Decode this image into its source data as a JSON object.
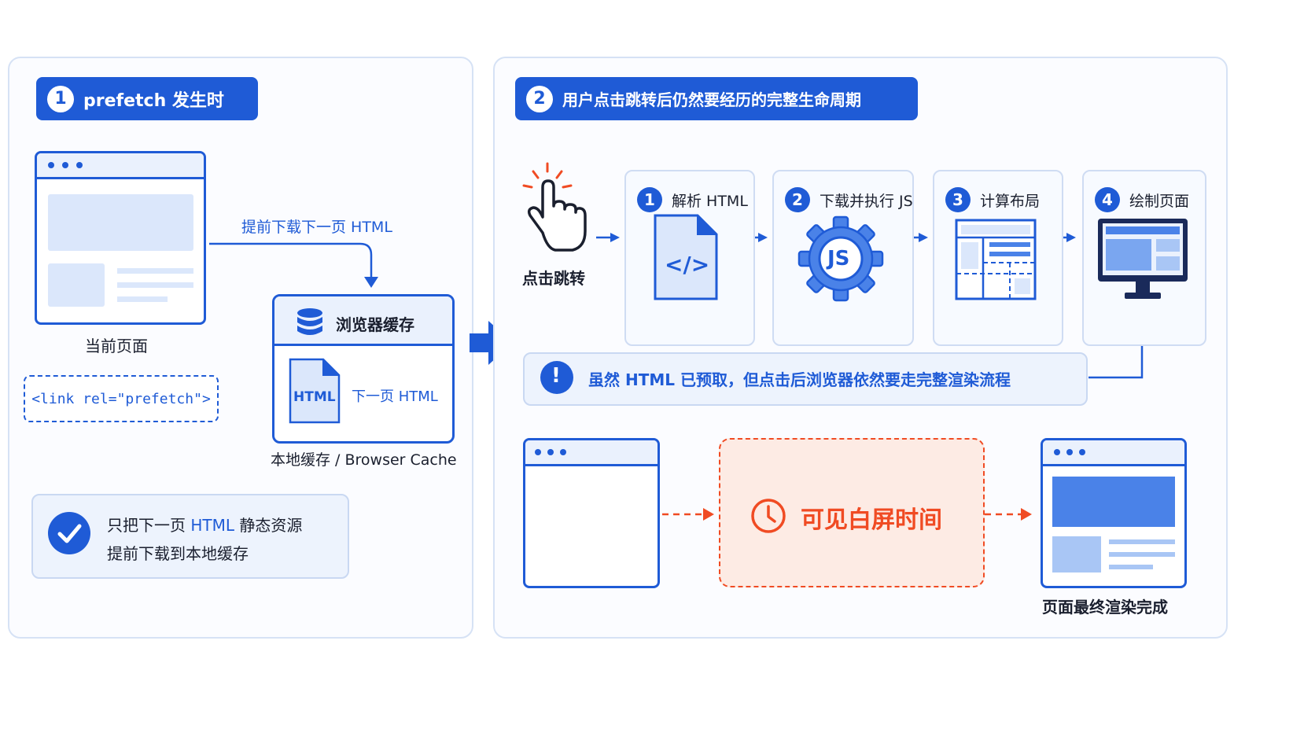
{
  "left": {
    "badge_num": "1",
    "title": "prefetch 发生时",
    "current_page_label": "当前页面",
    "arrow_label": "提前下载下一页 HTML",
    "link_tag": "<link rel=\"prefetch\">",
    "cache_title": "浏览器缓存",
    "file_badge": "HTML",
    "file_label": "下一页 HTML",
    "cache_caption": "本地缓存 / Browser Cache",
    "note_line1_a": "只把下一页 ",
    "note_line1_b": "HTML",
    "note_line1_c": " 静态资源",
    "note_line2": "提前下载到本地缓存"
  },
  "right": {
    "badge_num": "2",
    "title": "用户点击跳转后仍然要经历的完整生命周期",
    "click_label": "点击跳转",
    "steps": [
      {
        "num": "1",
        "label": "解析 HTML"
      },
      {
        "num": "2",
        "label": "下载并执行 JS"
      },
      {
        "num": "3",
        "label": "计算布局"
      },
      {
        "num": "4",
        "label": "绘制页面"
      }
    ],
    "gear_text": "JS",
    "code_glyph": "</>",
    "alert_icon": "!",
    "alert_text": "虽然 HTML 已预取，但点击后浏览器依然要走完整渲染流程",
    "white_screen_label": "可见白屏时间",
    "final_label": "页面最终渲染完成"
  },
  "colors": {
    "primary": "#1f5bd6",
    "accent_red": "#f04b23",
    "panel_border": "#d6e2f5",
    "light_fill": "#dbe7fb"
  },
  "icons": [
    "database-icon",
    "file-icon",
    "check-icon",
    "pointer-hand-icon",
    "code-file-icon",
    "gear-icon",
    "layout-icon",
    "monitor-icon",
    "alert-icon",
    "clock-icon"
  ]
}
